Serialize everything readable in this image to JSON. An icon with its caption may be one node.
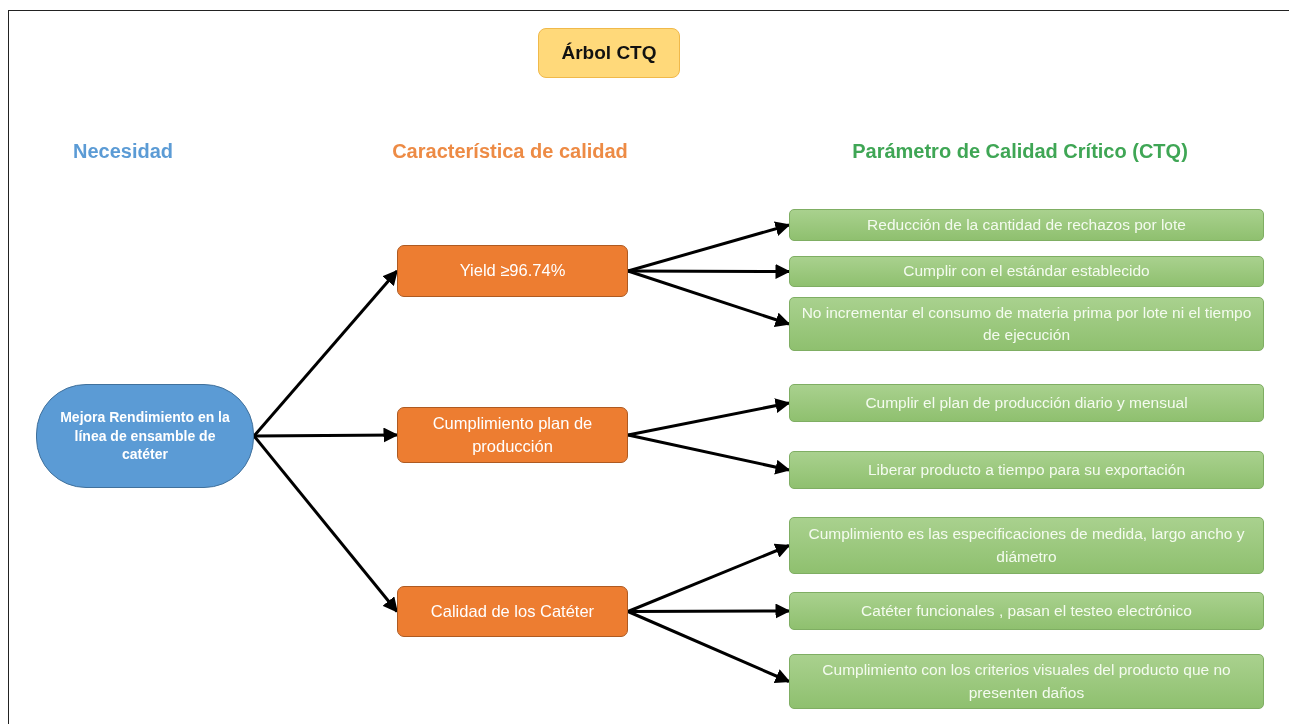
{
  "diagram": {
    "title": "Árbol CTQ",
    "nodes": [
      {
        "text": [
          "Mejora Rendimiento en la línea de ensamble de catéter"
        ]
      },
      {
        "text": [
          "Yield ≥96.74%"
        ]
      },
      {
        "text": [
          "Cumplimiento plan de producción"
        ]
      },
      {
        "text": [
          "Calidad de los Catéter"
        ]
      },
      {
        "text": [
          "Reducción de la cantidad de rechazos por lote"
        ]
      },
      {
        "text": [
          "Cumplir con el estándar establecido"
        ]
      },
      {
        "text": [
          "No incrementar el consumo de materia prima por lote ni el tiempo de ejecución"
        ]
      },
      {
        "text": [
          "Cumplir el plan de producción diario y mensual"
        ]
      },
      {
        "text": [
          "Liberar producto a tiempo para su exportación"
        ]
      },
      {
        "text": [
          "Cumplimiento es las especificaciones de medida, largo ancho y diámetro"
        ]
      },
      {
        "text": [
          "Catéter funcionales , pasan el testeo electrónico"
        ]
      },
      {
        "text": [
          "Cumplimiento con los criterios visuales del producto que no presenten daños"
        ]
      }
    ],
    "edges": [
      {
        "from": 0,
        "to": 1,
        "arrow": "to"
      },
      {
        "from": 0,
        "to": 2,
        "arrow": "to"
      },
      {
        "from": 0,
        "to": 3,
        "arrow": "to"
      },
      {
        "from": 1,
        "to": 4,
        "arrow": "to"
      },
      {
        "from": 1,
        "to": 5,
        "arrow": "to"
      },
      {
        "from": 1,
        "to": 6,
        "arrow": "to"
      },
      {
        "from": 2,
        "to": 7,
        "arrow": "to"
      },
      {
        "from": 2,
        "to": 8,
        "arrow": "to"
      },
      {
        "from": 3,
        "to": 9,
        "arrow": "to"
      },
      {
        "from": 3,
        "to": 10,
        "arrow": "to"
      },
      {
        "from": 3,
        "to": 11,
        "arrow": "to"
      }
    ],
    "labels": [
      "Necesidad",
      "Característica de calidad",
      "Parámetro de Calidad Crítico (CTQ)"
    ]
  }
}
